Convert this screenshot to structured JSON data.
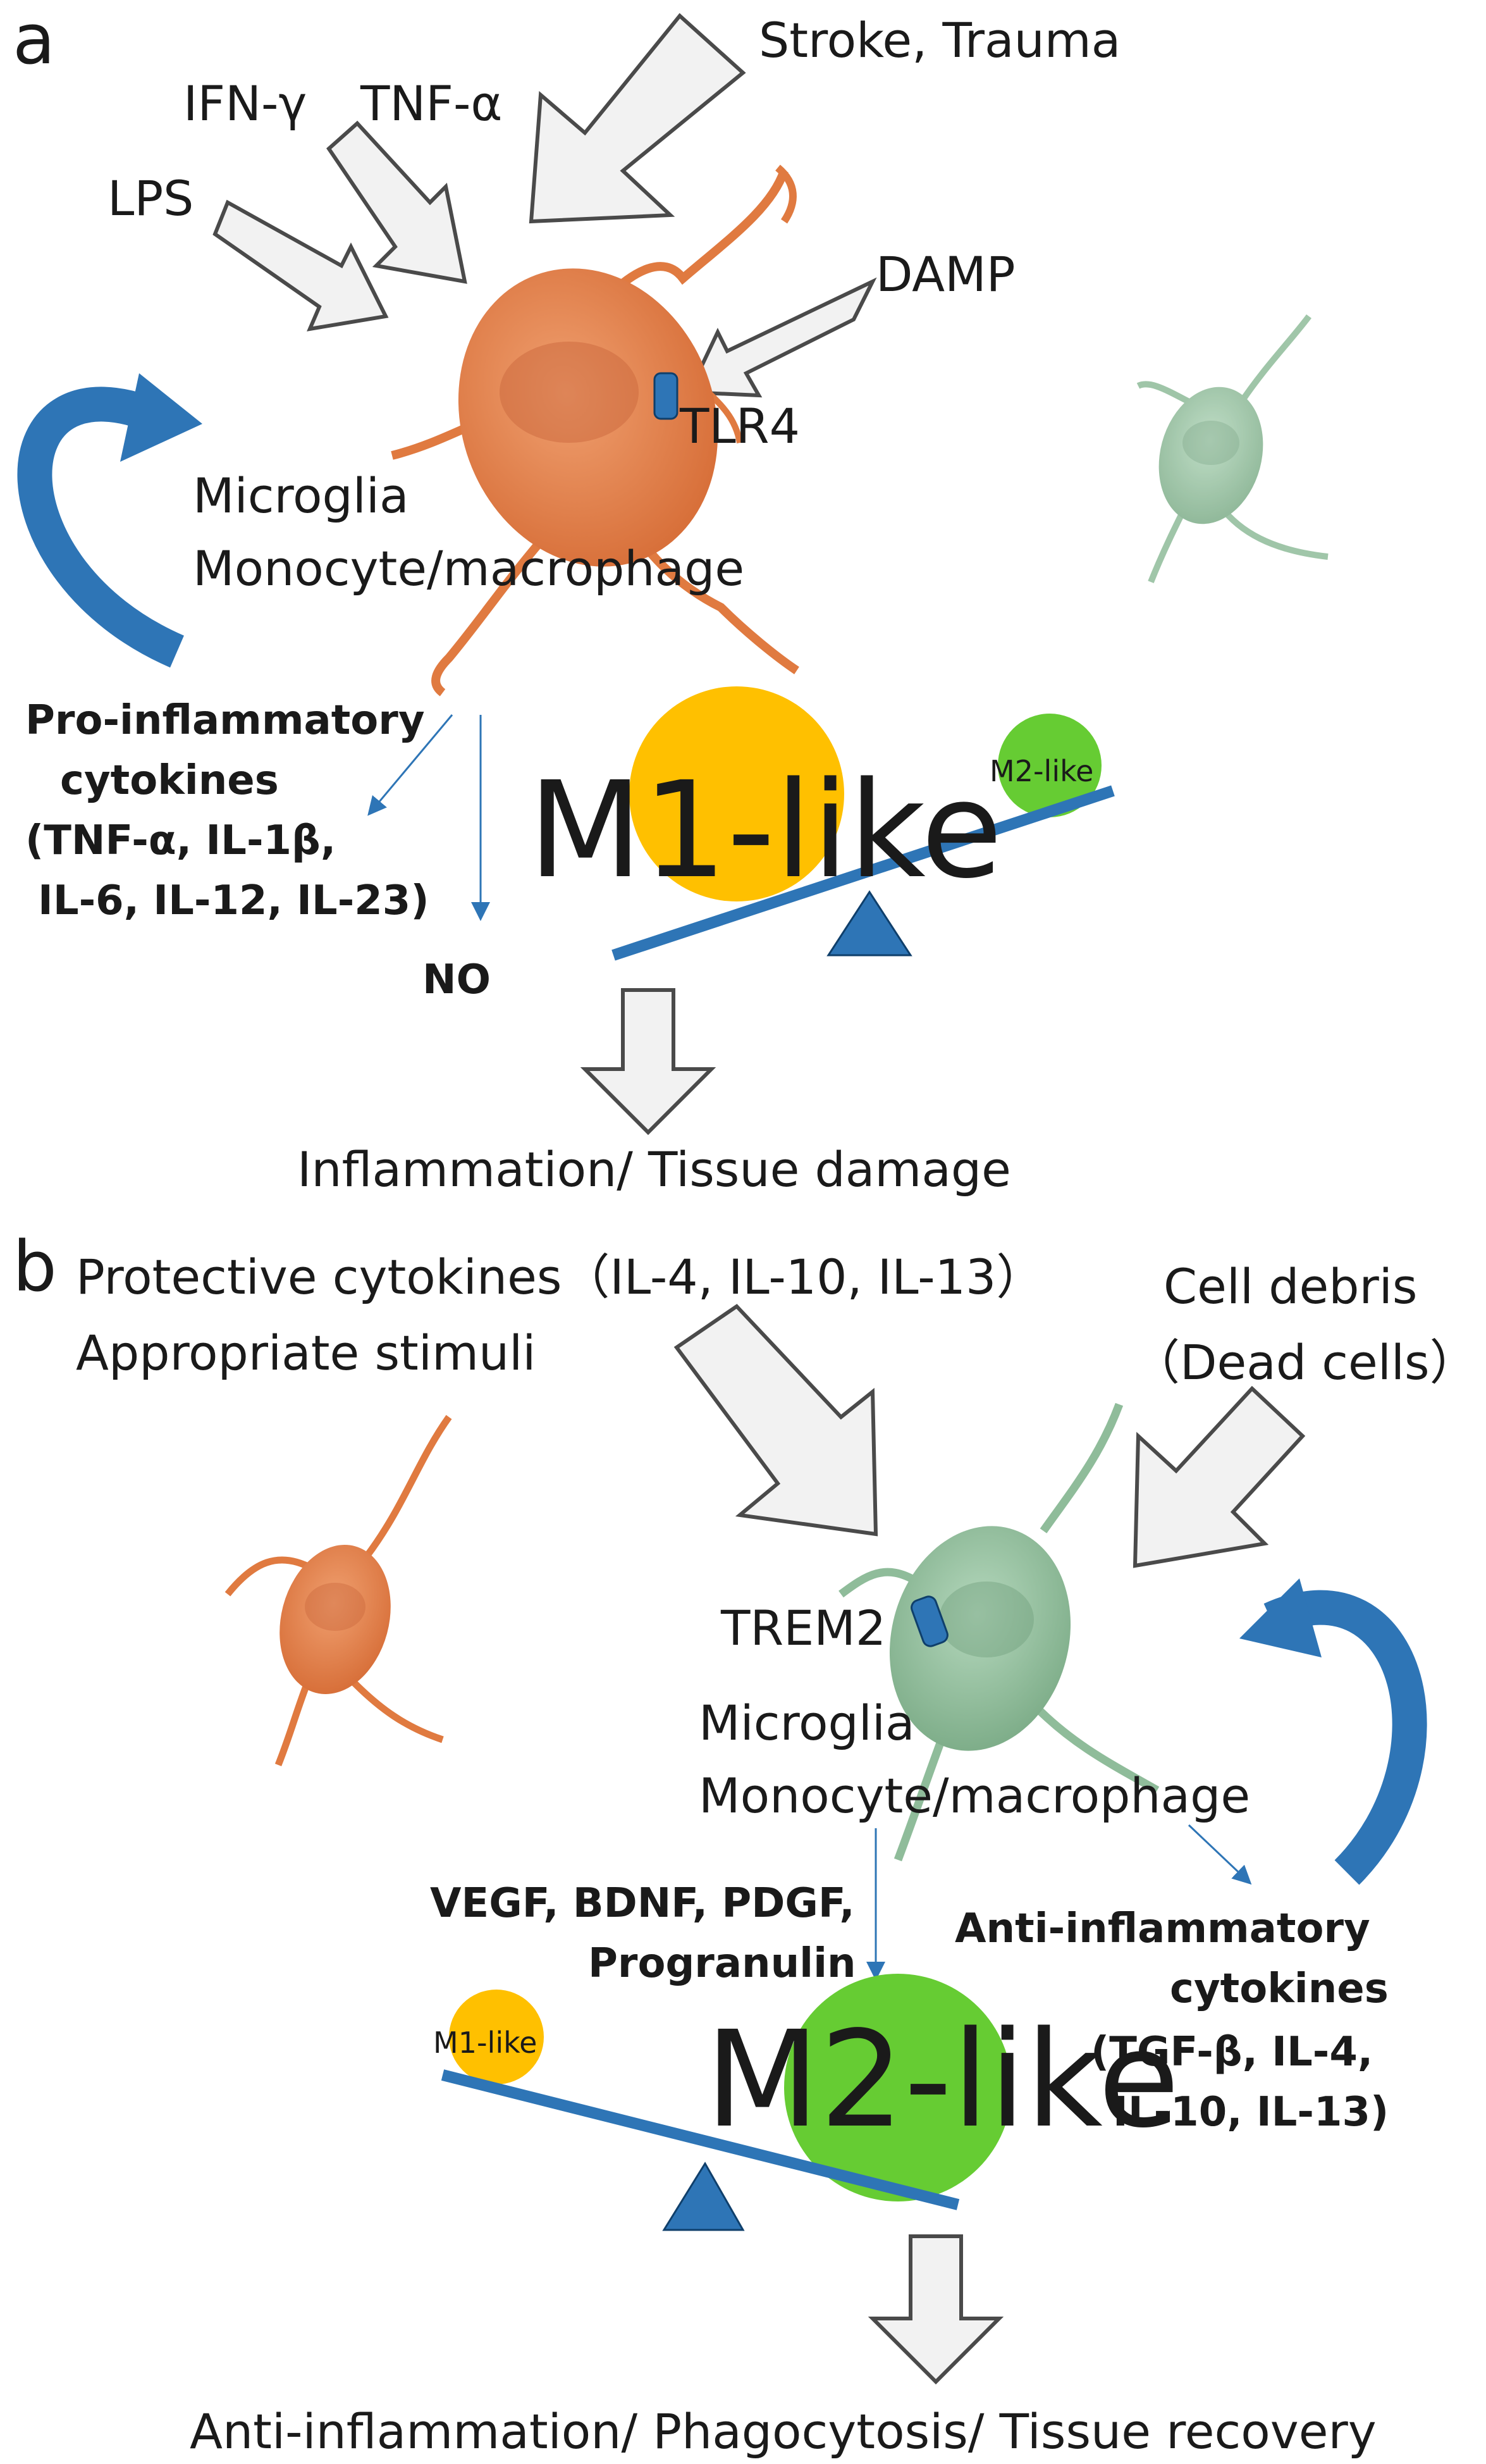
{
  "panel_a": {
    "letter": "a",
    "stimuli": {
      "stroke_trauma": "Stroke, Trauma",
      "ifn": "IFN-γ",
      "tnf": "TNF-α",
      "lps": "LPS",
      "damp": "DAMP"
    },
    "receptor": "TLR4",
    "cell_label_1": "Microglia",
    "cell_label_2": "Monocyte/macrophage",
    "cytokines": {
      "line1": "Pro-inflammatory",
      "line2": "cytokines",
      "line3": "(TNF-α,  IL-1β,",
      "line4": "IL-6, IL-12, IL-23)"
    },
    "no_label": "NO",
    "balance_big": "M1-like",
    "balance_small": "M2-like",
    "outcome": "Inflammation/ Tissue damage"
  },
  "panel_b": {
    "letter": "b",
    "protective_1": "Protective cytokines（IL-4,  IL-10, IL-13）",
    "protective_2": "Appropriate stimuli",
    "debris_1": "Cell debris",
    "debris_2": "（Dead cells）",
    "receptor": "TREM2",
    "cell_label_1": "Microglia",
    "cell_label_2": "Monocyte/macrophage",
    "growth_1": "VEGF, BDNF, PDGF,",
    "growth_2": "Progranulin",
    "cytokines": {
      "line1": "Anti-inflammatory",
      "line2": "cytokines",
      "line3": "(TGF-β,  IL-4,",
      "line4": "IL-10, IL-13)"
    },
    "balance_big": "M2-like",
    "balance_small": "M1-like",
    "outcome": "Anti-inflammation/ Phagocytosis/ Tissue recovery"
  },
  "colors": {
    "m1_orange": "#e8844a",
    "m2_green": "#8fbc9a",
    "balance_blue": "#2e75b6",
    "m1_circle": "#ffc000",
    "m2_circle": "#66cc33",
    "arrow_fill": "#f2f2f2"
  }
}
